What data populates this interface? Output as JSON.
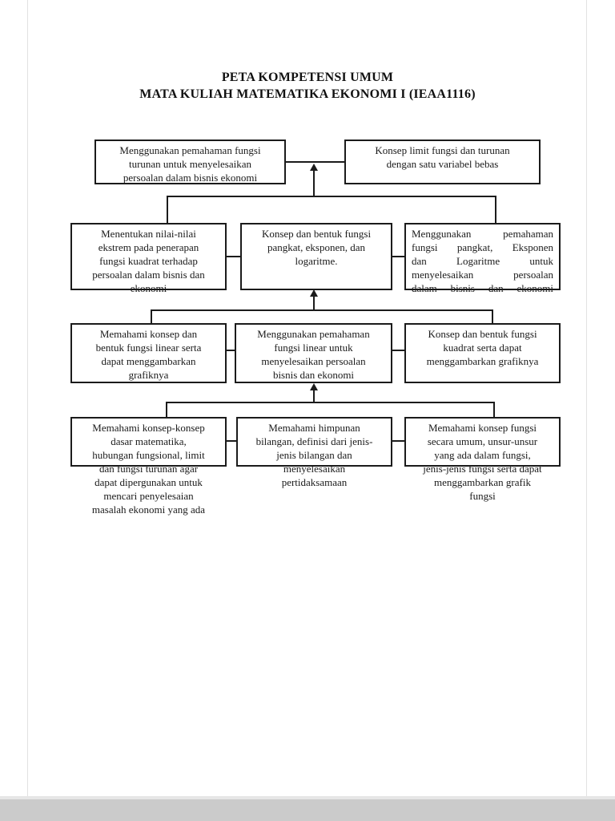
{
  "title": {
    "line1": "PETA KOMPETENSI UMUM",
    "line2": "MATA KULIAH MATEMATIKA EKONOMI I (IEAA1116)"
  },
  "nodes": {
    "r1_left": "Menggunakan pemahaman fungsi\nturunan untuk menyelesaikan\npersoalan dalam bisnis ekonomi",
    "r1_right": "Konsep limit fungsi dan turunan\ndengan satu variabel bebas",
    "r2_left": "Menentukan nilai-nilai\nekstrem pada penerapan\nfungsi kuadrat terhadap\npersoalan dalam bisnis dan\nekonomi",
    "r2_mid": "Konsep dan bentuk fungsi\npangkat, eksponen, dan\nlogaritme.",
    "r2_right": "Menggunakan pemahaman\nfungsi pangkat, Eksponen\ndan Logaritme untuk\nmenyelesaikan persoalan\ndalam bisnis dan ekonomi",
    "r3_left": "Memahami konsep dan\nbentuk fungsi linear serta\ndapat menggambarkan\ngrafiknya",
    "r3_mid": "Menggunakan pemahaman\nfungsi linear untuk\nmenyelesaikan persoalan\nbisnis dan ekonomi",
    "r3_right": "Konsep dan bentuk fungsi\nkuadrat serta dapat\nmenggambarkan grafiknya",
    "r4_left": "Memahami konsep-konsep\ndasar matematika,\nhubungan fungsional, limit\ndan fungsi turunan agar\ndapat dipergunakan untuk\nmencari penyelesaian\nmasalah ekonomi yang ada",
    "r4_mid": "Memahami himpunan\nbilangan, definisi dari jenis-\njenis bilangan dan\nmenyelesaikan\npertidaksamaan",
    "r4_right": "Memahami konsep fungsi\nsecara umum, unsur-unsur\nyang ada dalam fungsi,\njenis-jenis fungsi serta dapat\nmenggambarkan grafik\nfungsi"
  },
  "colors": {
    "line": "#1b1b1b",
    "page": "#ffffff",
    "edge_gray": "#cbcbcb"
  }
}
